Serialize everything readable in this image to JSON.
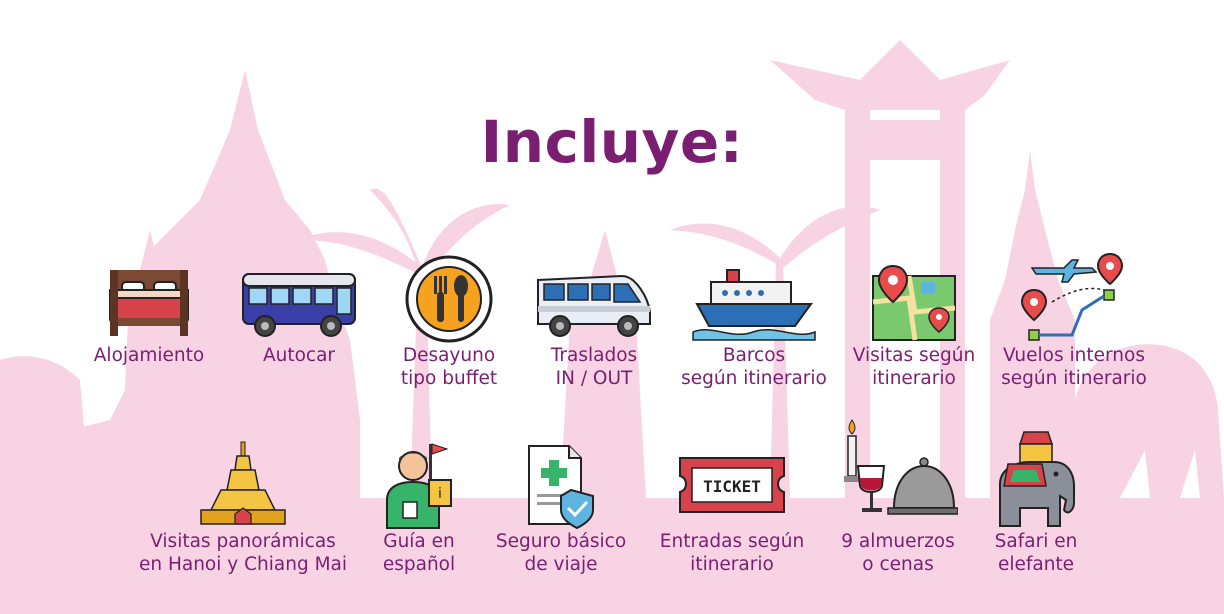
{
  "title": "Incluye:",
  "row1": [
    {
      "line1": "Alojamiento",
      "line2": "",
      "icon": "bed-icon"
    },
    {
      "line1": "Autocar",
      "line2": "",
      "icon": "bus-icon"
    },
    {
      "line1": "Desayuno",
      "line2": "tipo buffet",
      "icon": "breakfast-plate-icon"
    },
    {
      "line1": "Traslados",
      "line2": "IN / OUT",
      "icon": "van-icon"
    },
    {
      "line1": "Barcos",
      "line2": "según itinerario",
      "icon": "ship-icon"
    },
    {
      "line1": "Visitas según",
      "line2": "itinerario",
      "icon": "map-icon"
    },
    {
      "line1": "Vuelos internos",
      "line2": "según itinerario",
      "icon": "flight-route-icon"
    }
  ],
  "row2": [
    {
      "line1": "Visitas panorámicas",
      "line2": "en Hanoi y Chiang Mai",
      "icon": "pagoda-icon"
    },
    {
      "line1": "Guía en",
      "line2": "español",
      "icon": "guide-icon"
    },
    {
      "line1": "Seguro básico",
      "line2": "de viaje",
      "icon": "insurance-icon"
    },
    {
      "line1": "Entradas según",
      "line2": "itinerario",
      "icon": "ticket-icon"
    },
    {
      "line1": "9 almuerzos",
      "line2": "o cenas",
      "icon": "dinner-icon"
    },
    {
      "line1": "Safari en",
      "line2": "elefante",
      "icon": "elephant-icon"
    }
  ],
  "ticket_text": "TICKET",
  "colors": {
    "title": "#7a1e72",
    "silhouette": "#f8d3e4"
  }
}
